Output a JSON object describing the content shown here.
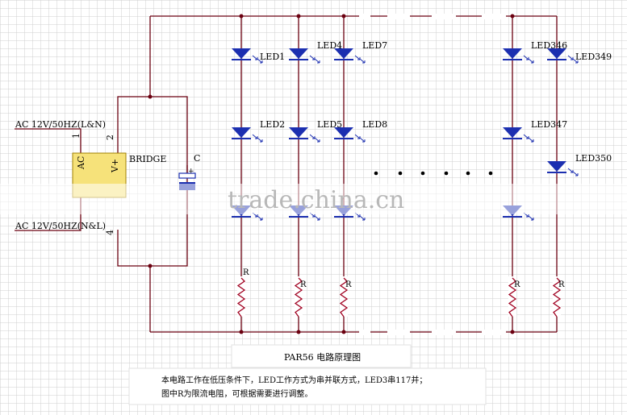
{
  "ac_label_1": "AC 12V/50HZ(L&N)",
  "ac_label_2": "AC 12V/50HZ(N&L)",
  "pin_1": "1",
  "pin_2": "2",
  "pin_4": "4",
  "bridge_ac": "AC",
  "bridge_vplus": "V+",
  "bridge_label": "BRIDGE",
  "cap_label": "C",
  "cap_plus": "+",
  "led_labels": {
    "led1": "LED1",
    "led2": "LED2",
    "led4": "LED4",
    "led5": "LED5",
    "led7": "LED7",
    "led8": "LED8",
    "led346": "LED346",
    "led347": "LED347",
    "led349": "LED349",
    "led350": "LED350"
  },
  "resistor_label": "R",
  "title": "PAR56 电路原理图",
  "description_line1": "本电路工作在低压条件下，LED工作方式为串并联方式，LED3串117并；",
  "description_line2": "图中R为限流电阻，可根据需要进行调整。",
  "watermark": "trade.china.cn",
  "colors": {
    "grid": "#c7c7c7",
    "wire": "#6b0010",
    "led": "#1c2fb0",
    "resistor": "#a00020",
    "bridge_fill": "#f6e27a",
    "text": "#000000"
  }
}
